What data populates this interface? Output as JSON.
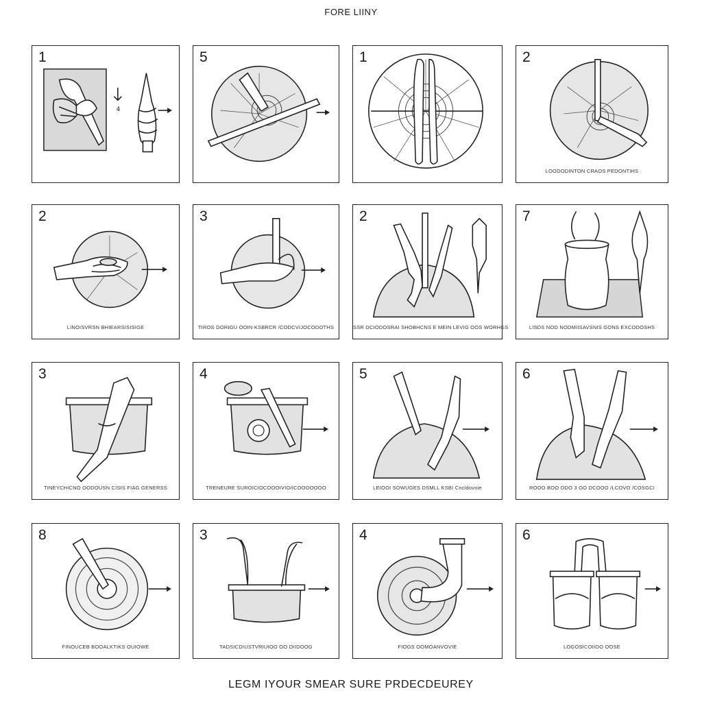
{
  "header": {
    "title": "FORE LIINY"
  },
  "footer": {
    "title": "LEGM IYOUR SMEAR SURE PRDECDEUREY"
  },
  "panels": [
    {
      "number": "1",
      "caption": ""
    },
    {
      "number": "5",
      "caption": ""
    },
    {
      "number": "1",
      "caption": ""
    },
    {
      "number": "2",
      "caption": "LOODODINTON CRAOS PEDONTIHS"
    },
    {
      "number": "2",
      "caption": "LINOISVRSN BHIEARSISISIGE"
    },
    {
      "number": "3",
      "caption": "TIROS DORIGU OOIN KSBRCR /CODCVIJOCODOTHS"
    },
    {
      "number": "2",
      "caption": "SSR DCIODOSRAI SHOBHCNS E MEIN LEVIG OOS WORHGS"
    },
    {
      "number": "7",
      "caption": "LISDS NOD NODMIISAVSNIS GONS EXCODOSHS"
    },
    {
      "number": "3",
      "caption": "TINEYCHICNO OODOUSN CISIS FIAG GENERSS"
    },
    {
      "number": "4",
      "caption": "TRENEURE SUROICIOCOOOIVIO/ICOOOOOOO"
    },
    {
      "number": "5",
      "caption": "LEIOOI SOWUGES DSMLL KSBI Cncidovoie"
    },
    {
      "number": "6",
      "caption": "ROOO BOO ODO 3 OO DCOOO /LCOVO /COSGCI"
    },
    {
      "number": "8",
      "caption": "FINOUCEB BOOALKTIKS OUIOWE"
    },
    {
      "number": "3",
      "caption": "TADSICDIUSTVRIUIOO OO OIIDOOG"
    },
    {
      "number": "4",
      "caption": "FIOGS OOMOANVOVIE"
    },
    {
      "number": "6",
      "caption": "LOGOSICOIIOO OOSE"
    }
  ]
}
